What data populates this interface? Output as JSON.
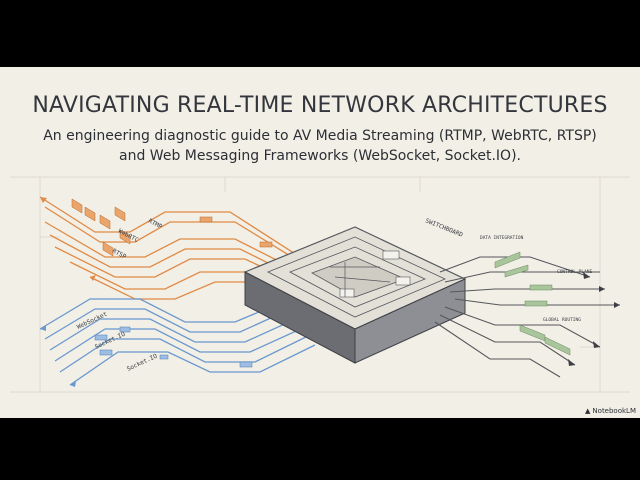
{
  "slide": {
    "title": "NAVIGATING REAL-TIME NETWORK ARCHITECTURES",
    "subtitle_line1": "An engineering diagnostic guide to AV Media Streaming (RTMP, WebRTC, RTSP)",
    "subtitle_line2": "and Web Messaging Frameworks (WebSocket, Socket.IO)."
  },
  "diagram": {
    "media_labels": [
      "RTMP",
      "WebRTC",
      "RTSP"
    ],
    "messaging_labels": [
      "WebSocket",
      "Socket.IO",
      "Socket.IO"
    ],
    "hub_label": "SWITCHBOARD",
    "output_labels": [
      "DATA INTEGRATION",
      "CONTROL PLANE",
      "GLOBAL ROUTING"
    ]
  },
  "brand": {
    "name": "NotebookLM",
    "icon": "notebooklm-logo-icon"
  },
  "colors": {
    "background": "#f2efe6",
    "frame": "#000000",
    "media_stream": "#e08a45",
    "messaging_stream": "#6a98cf",
    "output_stream": "#8fb083",
    "hub": "#55575c"
  }
}
